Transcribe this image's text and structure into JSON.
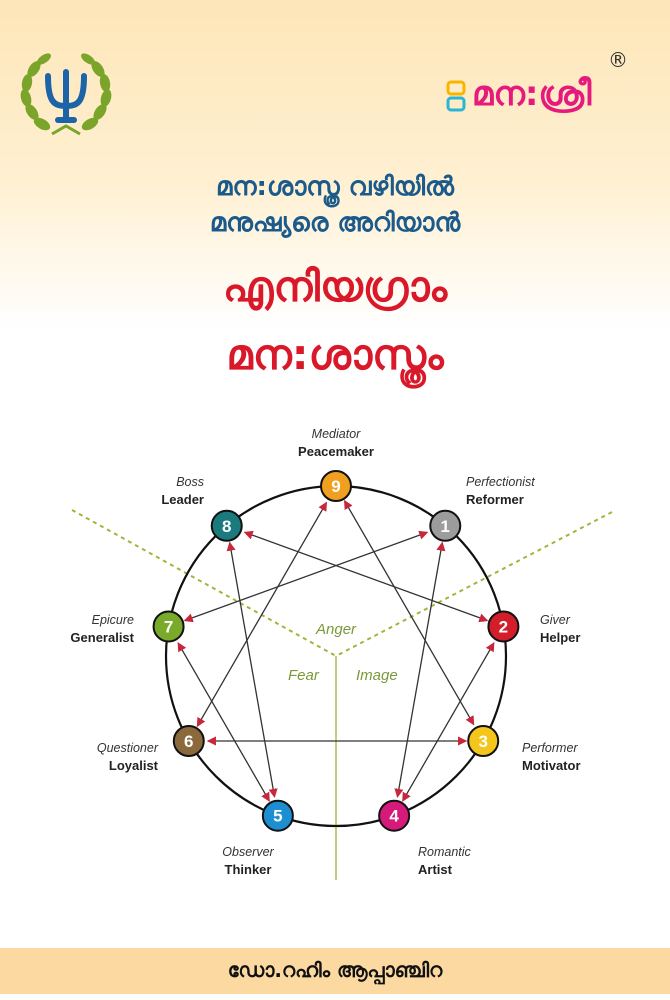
{
  "publisher": {
    "name": "മന:ശ്രീ",
    "registered_mark": "®",
    "icon_colors": [
      "#f7b500",
      "#2ab5d6"
    ],
    "psi_logo_icon": "psi-laurel-icon"
  },
  "subtitle": {
    "line1": "മന:ശാസ്ത്ര വഴിയിൽ",
    "line2": "മനുഷ്യരെ അറിയാൻ"
  },
  "title": {
    "line1": "എനിയഗ്രാം",
    "line2": "മന:ശാസ്ത്രം"
  },
  "diagram": {
    "center_words": [
      "Anger",
      "Fear",
      "Image"
    ],
    "types": [
      {
        "number": "1",
        "role": "Perfectionist",
        "name": "Reformer",
        "color": "#9c9c9c"
      },
      {
        "number": "2",
        "role": "Giver",
        "name": "Helper",
        "color": "#d21d2b"
      },
      {
        "number": "3",
        "role": "Performer",
        "name": "Motivator",
        "color": "#f4c51a"
      },
      {
        "number": "4",
        "role": "Romantic",
        "name": "Artist",
        "color": "#d61a7c"
      },
      {
        "number": "5",
        "role": "Observer",
        "name": "Thinker",
        "color": "#1d8fd1"
      },
      {
        "number": "6",
        "role": "Questioner",
        "name": "Loyalist",
        "color": "#8a6a3a"
      },
      {
        "number": "7",
        "role": "Epicure",
        "name": "Generalist",
        "color": "#7aaa2a"
      },
      {
        "number": "8",
        "role": "Boss",
        "name": "Leader",
        "color": "#1b7a7e"
      },
      {
        "number": "9",
        "role": "Mediator",
        "name": "Peacemaker",
        "color": "#f0a01e"
      }
    ]
  },
  "author": "ഡോ.റഹിം ആപ്പാഞ്ചിറ"
}
